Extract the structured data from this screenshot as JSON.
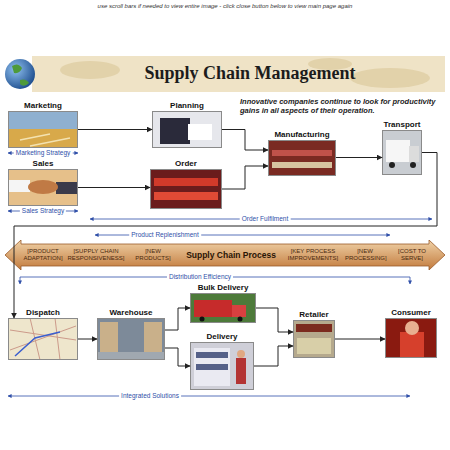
{
  "diagram": {
    "title": "Supply Chain Management",
    "nodes": [
      {
        "text": [
          "Marketing"
        ]
      },
      {
        "text": [
          "Planning"
        ]
      },
      {
        "text": [
          "Manufacturing"
        ]
      },
      {
        "text": [
          "Transport"
        ]
      },
      {
        "text": [
          "Sales"
        ]
      },
      {
        "text": [
          "Order"
        ]
      },
      {
        "text": [
          "[PRODUCT ADAPTATION]",
          "[SUPPLY CHAIN RESPONSIVENESS]",
          "[NEW PRODUCTS]",
          "Supply Chain Process",
          "[KEY PROCESS IMPROVEMENTS]",
          "[NEW PROCESSING]",
          "[COST TO SERVE]"
        ]
      },
      {
        "text": [
          "Dispatch"
        ]
      },
      {
        "text": [
          "Warehouse"
        ]
      },
      {
        "text": [
          "Bulk Delivery"
        ]
      },
      {
        "text": [
          "Delivery"
        ]
      },
      {
        "text": [
          "Retailer"
        ]
      },
      {
        "text": [
          "Consumer"
        ]
      }
    ],
    "edges": [
      {
        "from": 0,
        "to": 1,
        "arrow": "to"
      },
      {
        "from": 1,
        "to": 2,
        "arrow": "to"
      },
      {
        "from": 4,
        "to": 5,
        "arrow": "to"
      },
      {
        "from": 5,
        "to": 2,
        "arrow": "to"
      },
      {
        "from": 2,
        "to": 3,
        "arrow": "to"
      },
      {
        "from": 3,
        "to": 7,
        "arrow": "to"
      },
      {
        "from": 7,
        "to": 8,
        "arrow": "to"
      },
      {
        "from": 8,
        "to": 9,
        "arrow": "to"
      },
      {
        "from": 8,
        "to": 10,
        "arrow": "to"
      },
      {
        "from": 9,
        "to": 11,
        "arrow": "to"
      },
      {
        "from": 10,
        "to": 11,
        "arrow": "to"
      },
      {
        "from": 11,
        "to": 12,
        "arrow": "to"
      }
    ],
    "labels": [
      "use scroll bars if needed to view entire image - click close button below to view main page again",
      "Innovative companies continue to look for productivity gains in all aspects of their operation.",
      "Marketing Strategy",
      "Sales Strategy",
      "Order Fulfilment",
      "Product Replenishment",
      "Distribution Efficiency",
      "Integrated Solutions"
    ]
  }
}
